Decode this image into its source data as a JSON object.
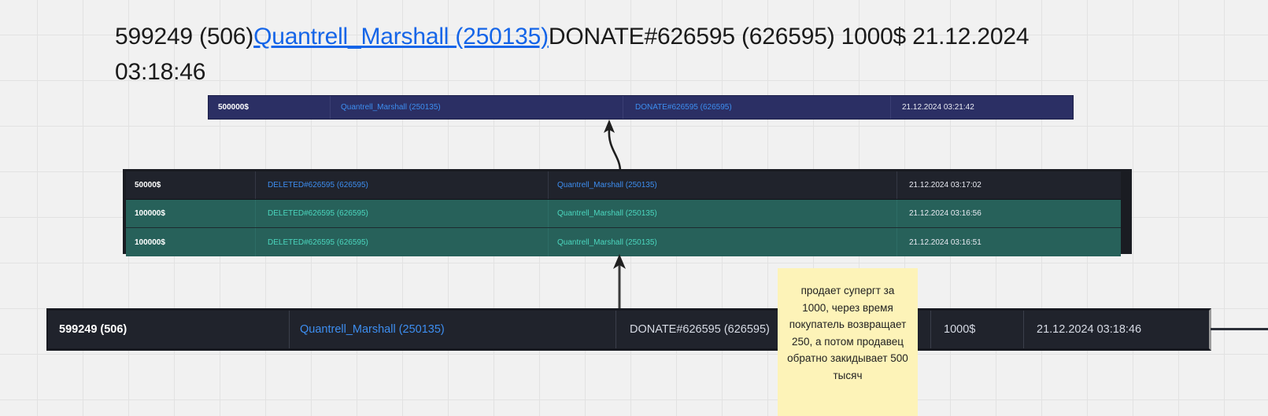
{
  "title_caption": {
    "part1": "599249 (506)",
    "link": "Quantrell_Marshall (250135)",
    "part2": "DONATE#626595 (626595) 1000$ 21.12.2024 03:18:46"
  },
  "colors": {
    "background": "#f1f1f1",
    "grid_line": "#e2e2e2",
    "navy_row": "#2b2f64",
    "dark_row": "#20232c",
    "teal_row": "#27615a",
    "link_blue": "#3d8ef0",
    "teal_text": "#4bd6be",
    "caption_link": "#1565e8",
    "sticky_note": "#fdf3b8"
  },
  "top_table": {
    "columns": [
      "amount",
      "user",
      "item",
      "date"
    ],
    "rows": [
      {
        "amount": "500000$",
        "user": "Quantrell_Marshall (250135)",
        "item": "DONATE#626595 (626595)",
        "date": "21.12.2024 03:21:42"
      }
    ]
  },
  "middle_table": {
    "columns": [
      "amount",
      "item",
      "user",
      "date"
    ],
    "rows": [
      {
        "style": "dark",
        "amount": "50000$",
        "item": "DELETED#626595 (626595)",
        "user": "Quantrell_Marshall (250135)",
        "date": "21.12.2024 03:17:02"
      },
      {
        "style": "teal",
        "amount": "100000$",
        "item": "DELETED#626595 (626595)",
        "user": "Quantrell_Marshall (250135)",
        "date": "21.12.2024 03:16:56"
      },
      {
        "style": "teal",
        "amount": "100000$",
        "item": "DELETED#626595 (626595)",
        "user": "Quantrell_Marshall (250135)",
        "date": "21.12.2024 03:16:51"
      }
    ]
  },
  "bottom_row": {
    "columns": [
      "id",
      "user",
      "item",
      "price",
      "date"
    ],
    "id": "599249 (506)",
    "user": "Quantrell_Marshall (250135)",
    "item": "DONATE#626595 (626595)",
    "price": "1000$",
    "date": "21.12.2024 03:18:46"
  },
  "sticky_note": {
    "text": "продает супергт за 1000, через время покупатель возвращает 250, а потом продавец обратно закидывает 500 тысяч"
  },
  "annotations": {
    "arrow_upper": "curved-arrow-up",
    "arrow_lower": "straight-arrow-up"
  }
}
